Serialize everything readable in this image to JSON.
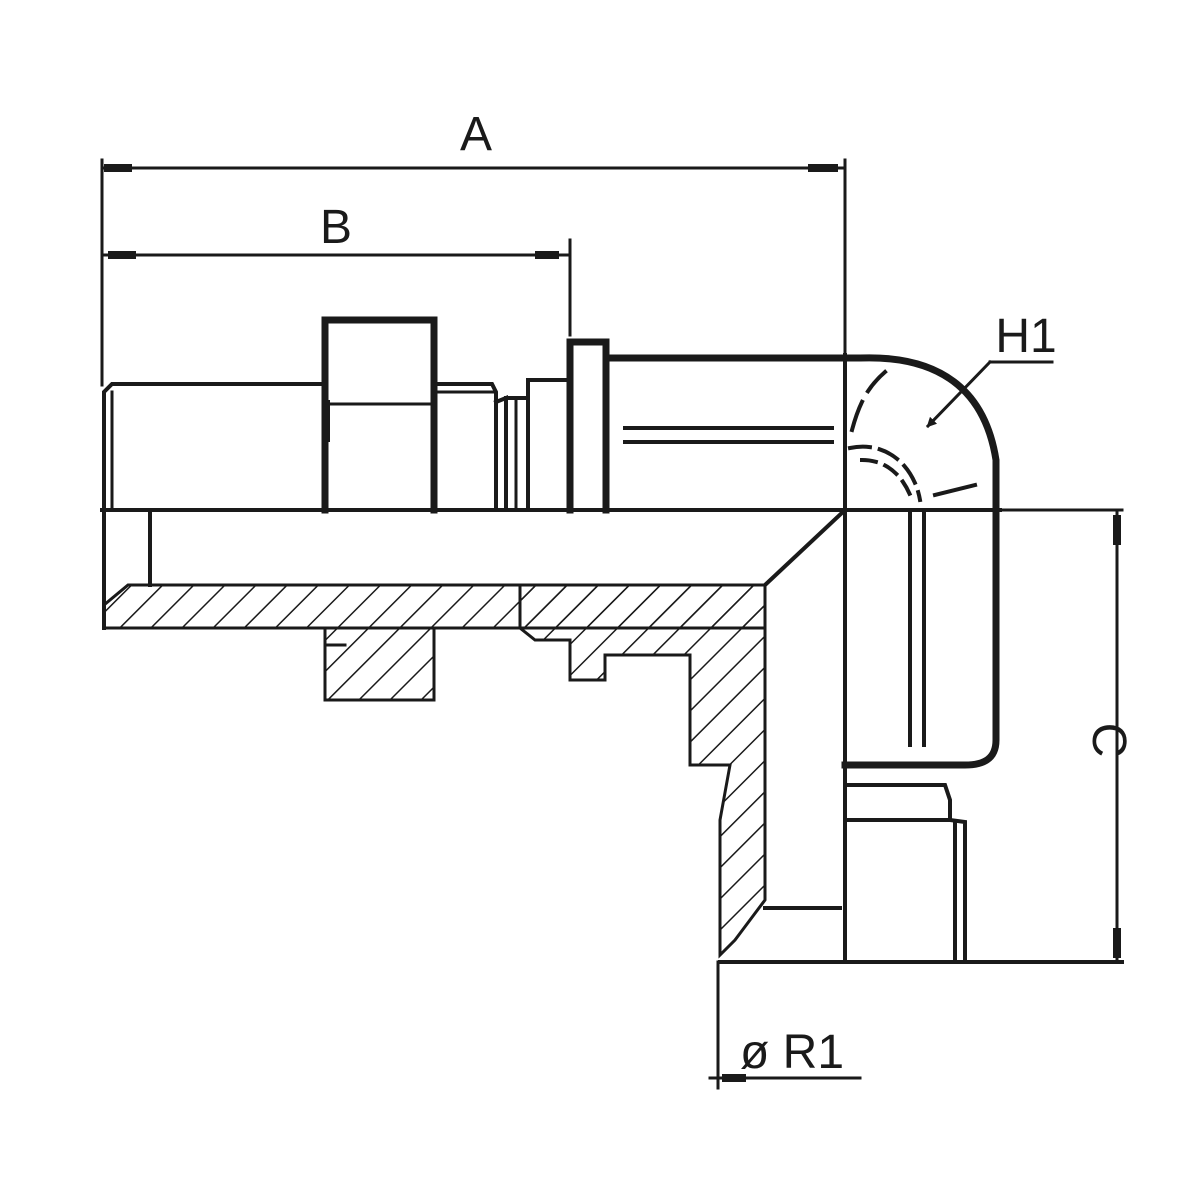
{
  "drawing": {
    "labels": {
      "dim_a": "A",
      "dim_b": "B",
      "dim_c": "C",
      "dim_h1": "H1",
      "dim_r1": "ø R1"
    }
  }
}
